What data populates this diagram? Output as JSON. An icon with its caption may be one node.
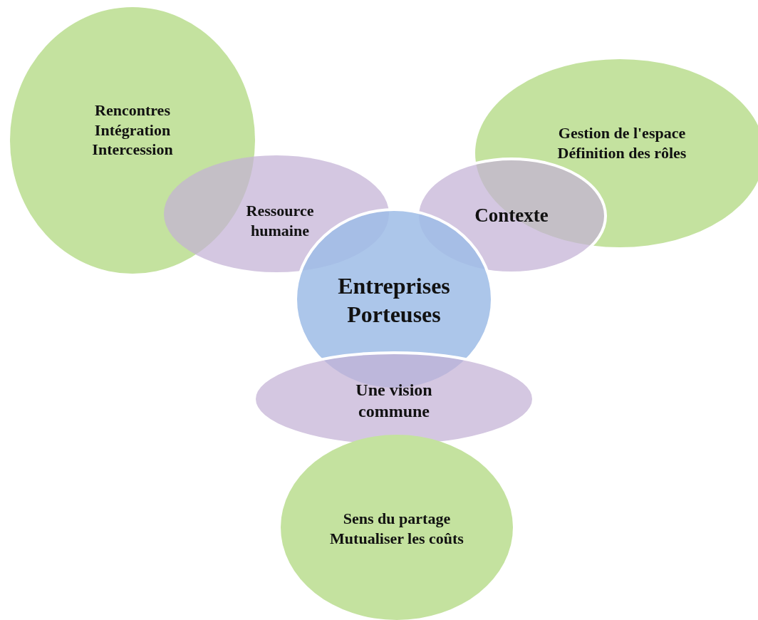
{
  "diagram": {
    "nodes": [
      {
        "text": [
          "Rencontres",
          "Intégration",
          "Intercession"
        ]
      },
      {
        "text": [
          "Ressource humaine"
        ]
      },
      {
        "text": [
          "Gestion de l'espace",
          "Définition des rôles"
        ]
      },
      {
        "text": [
          "Contexte"
        ]
      },
      {
        "text": [
          "Entreprises Porteuses"
        ]
      },
      {
        "text": [
          "Une vision commune"
        ]
      },
      {
        "text": [
          "Sens du partage",
          "Mutualiser les coûts"
        ]
      }
    ]
  }
}
